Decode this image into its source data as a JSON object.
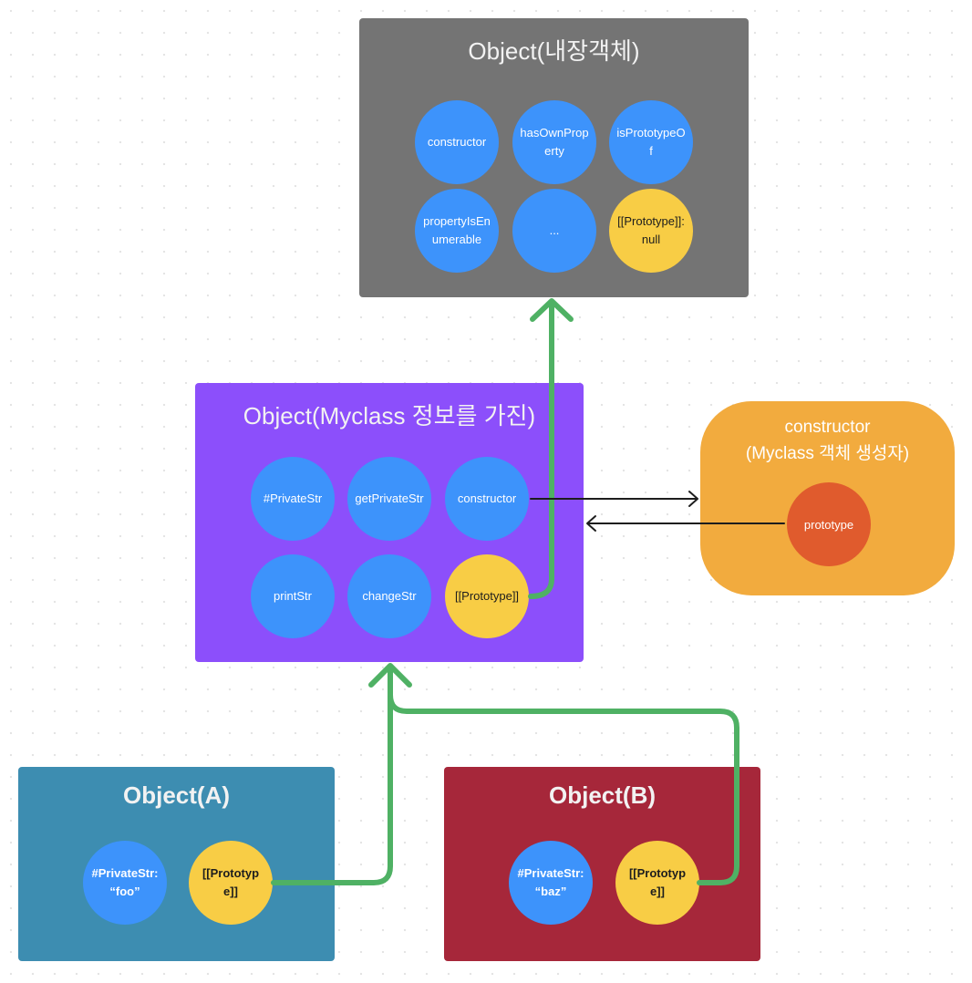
{
  "builtin_object": {
    "title": "Object(내장객체)",
    "nodes": [
      "constructor",
      "hasOwnProperty",
      "isPrototypeOf",
      "propertyIsEnumerable",
      "...",
      "[[Prototype]]:null"
    ]
  },
  "myclass_object": {
    "title": "Object(Myclass 정보를 가진)",
    "nodes": [
      "#PrivateStr",
      "getPrivateStr",
      "constructor",
      "printStr",
      "changeStr",
      "[[Prototype]]"
    ]
  },
  "constructor_box": {
    "title_line1": "constructor",
    "title_line2": "(Myclass 객체 생성자)",
    "prototype_label": "prototype"
  },
  "object_a": {
    "title": "Object(A)",
    "private_str": "#PrivateStr: “foo”",
    "prototype": "[[Prototype]]"
  },
  "object_b": {
    "title": "Object(B)",
    "private_str": "#PrivateStr: “baz”",
    "prototype": "[[Prototype]]"
  },
  "colors": {
    "builtin_bg": "#747474",
    "myclass_bg": "#8c4ffb",
    "constructor_bg": "#f2ab3e",
    "prototype_node": "#e05b2d",
    "object_a_bg": "#3d8db1",
    "object_b_bg": "#a6273a",
    "node_blue": "#3d93fb",
    "node_yellow": "#f8cd45",
    "link_green": "#4fb164"
  }
}
